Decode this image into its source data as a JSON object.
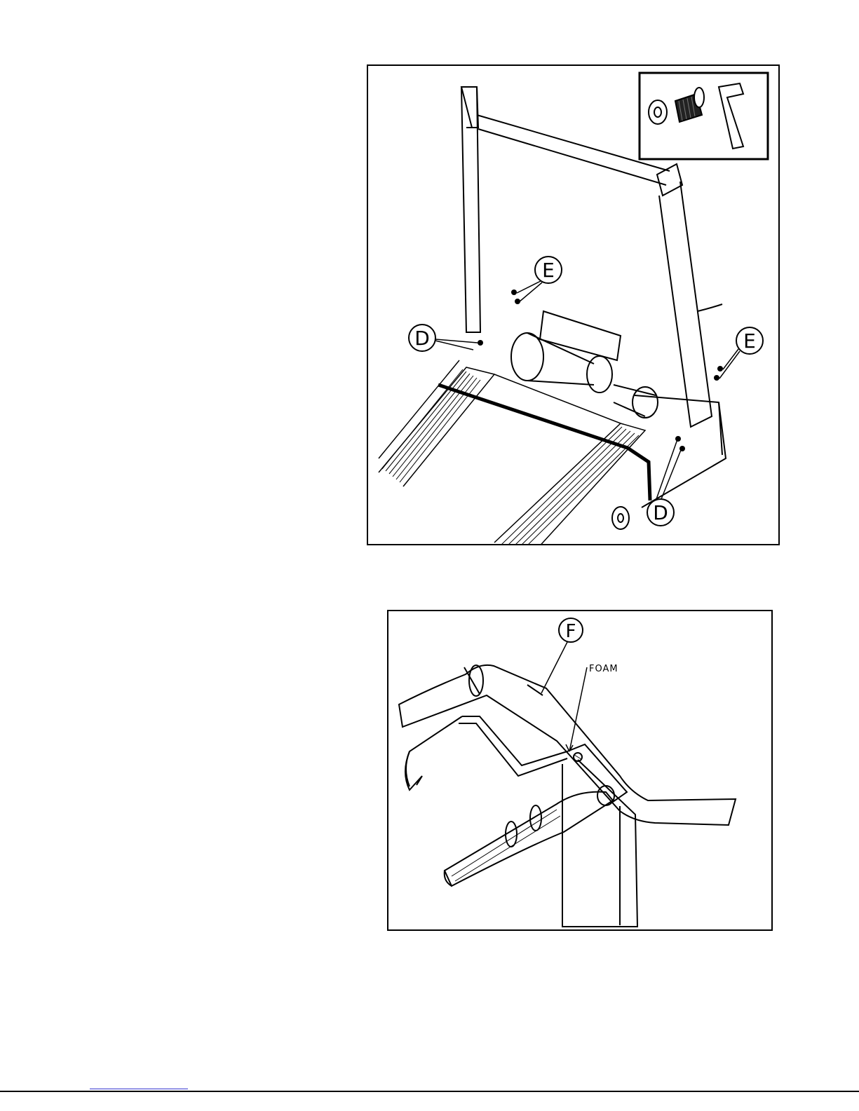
{
  "figure_top": {
    "callouts": {
      "e_left": "E",
      "d_left": "D",
      "e_right": "E",
      "d_bottom": "D"
    },
    "inset": {
      "items": [
        "washer-icon",
        "bolt-icon",
        "allen-wrench-icon"
      ]
    }
  },
  "figure_bottom": {
    "callouts": {
      "f": "F",
      "foam": "FOAM"
    }
  },
  "colors": {
    "line": "#000000",
    "background": "#ffffff",
    "link_underline": "#3333cc"
  }
}
